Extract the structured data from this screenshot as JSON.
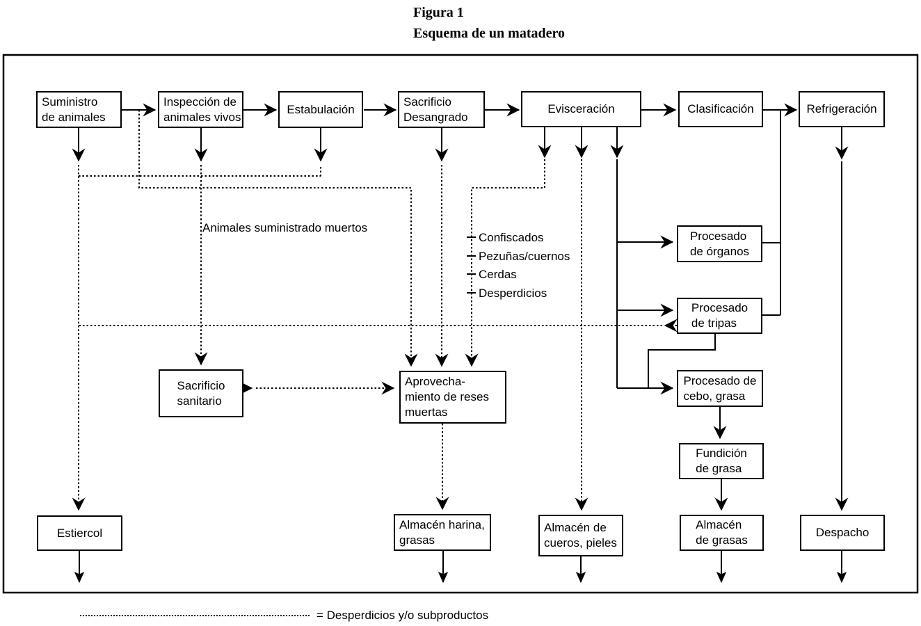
{
  "title": {
    "figure_label": "Figura 1",
    "figure_title": "Esquema de un matadero"
  },
  "colors": {
    "line": "#000000",
    "background": "#ffffff"
  },
  "nodes": {
    "suministro": {
      "label": "Suministro\nde animales"
    },
    "inspeccion": {
      "label": "Inspección de\nanimales vivos"
    },
    "estabulacion": {
      "label": "Estabulación"
    },
    "sacrificio_desangrado": {
      "label": "Sacrificio\nDesangrado"
    },
    "evisceracion": {
      "label": "Evisceración"
    },
    "clasificacion": {
      "label": "Clasificación"
    },
    "refrigeracion": {
      "label": "Refrigeración"
    },
    "procesado_organos": {
      "label": "Procesado\nde órganos"
    },
    "procesado_tripas": {
      "label": "Procesado\nde tripas"
    },
    "procesado_cebo": {
      "label": "Procesado de\ncebo, grasa"
    },
    "fundicion_grasa": {
      "label": "Fundición\nde grasa"
    },
    "sacrificio_sanitario": {
      "label": "Sacrificio\nsanitario"
    },
    "aprovechamiento": {
      "label": "Aprovecha-\nmiento de reses\nmuertas"
    },
    "estiercol": {
      "label": "Estiercol"
    },
    "almacen_harina": {
      "label": "Almacén harina,\ngrasas"
    },
    "almacen_cueros": {
      "label": "Almacén de\ncueros, pieles"
    },
    "almacen_grasas": {
      "label": "Almacén\nde grasas"
    },
    "despacho": {
      "label": "Despacho"
    }
  },
  "float_labels": {
    "dead_animals": "Animales suministrado muertos",
    "byproducts": [
      "Confiscados",
      "Pezuñas/cuernos",
      "Cerdas",
      "Desperdicios"
    ]
  },
  "legend": {
    "label": "= Desperdicios y/o subproductos"
  }
}
